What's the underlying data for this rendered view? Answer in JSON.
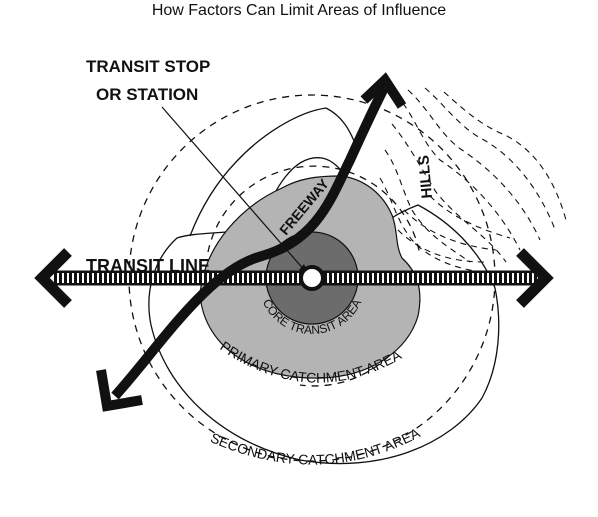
{
  "title": "How Factors Can Limit Areas of Influence",
  "labels": {
    "transit_stop_line1": "TRANSIT STOP",
    "transit_stop_line2": "OR STATION",
    "transit_line": "TRANSIT LINE",
    "freeway": "FREEWAY",
    "hills": "HILLS",
    "core": "CORE TRANSIT AREA",
    "primary": "PRIMARY CATCHMENT AREA",
    "secondary": "SECONDARY CATCHMENT AREA"
  },
  "colors": {
    "primary_fill": "#b4b4b4",
    "core_fill": "#6c6c6c",
    "ink": "#111111"
  }
}
